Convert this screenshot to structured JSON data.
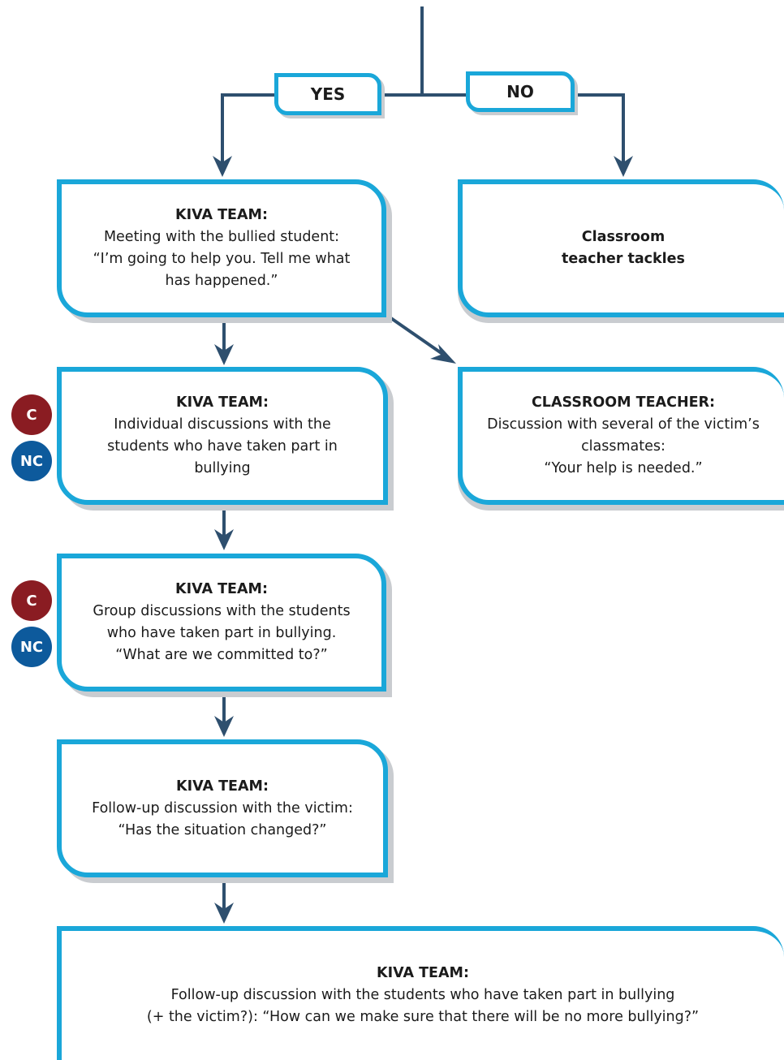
{
  "decision": {
    "yes": "YES",
    "no": "NO"
  },
  "boxes": {
    "meeting": {
      "title": "KIVA TEAM:",
      "lines": [
        "Meeting with the bullied student:",
        "“I’m going to help you. Tell me what",
        "has happened.”"
      ]
    },
    "classroom_teacher_tackles": {
      "lines": [
        "Classroom",
        "teacher tackles"
      ]
    },
    "individual": {
      "title": "KIVA TEAM:",
      "lines": [
        "Individual discussions with the",
        "students who have taken part in",
        "bullying"
      ]
    },
    "classmates": {
      "title": "CLASSROOM TEACHER:",
      "lines": [
        "Discussion with several of the victim’s",
        "classmates:",
        "“Your help is needed.”"
      ]
    },
    "group": {
      "title": "KIVA TEAM:",
      "lines": [
        "Group discussions with the students",
        "who have taken part in bullying.",
        "“What are we committed to?”"
      ]
    },
    "followup_victim": {
      "title": "KIVA TEAM:",
      "lines": [
        "Follow-up discussion with the victim:",
        "“Has the situation changed?”"
      ]
    },
    "followup_all": {
      "title": "KIVA TEAM:",
      "lines": [
        "Follow-up discussion with the students who have taken part in bullying",
        "(+ the victim?): “How can we make sure that there will be no more bullying?”"
      ]
    }
  },
  "badges": {
    "c": "C",
    "nc": "NC"
  },
  "colors": {
    "box_border": "#1aa7d9",
    "arrow": "#2e4f6e",
    "badge_c": "#8a1c22",
    "badge_nc": "#0d5a9c",
    "shadow": "#c9ccd0"
  }
}
